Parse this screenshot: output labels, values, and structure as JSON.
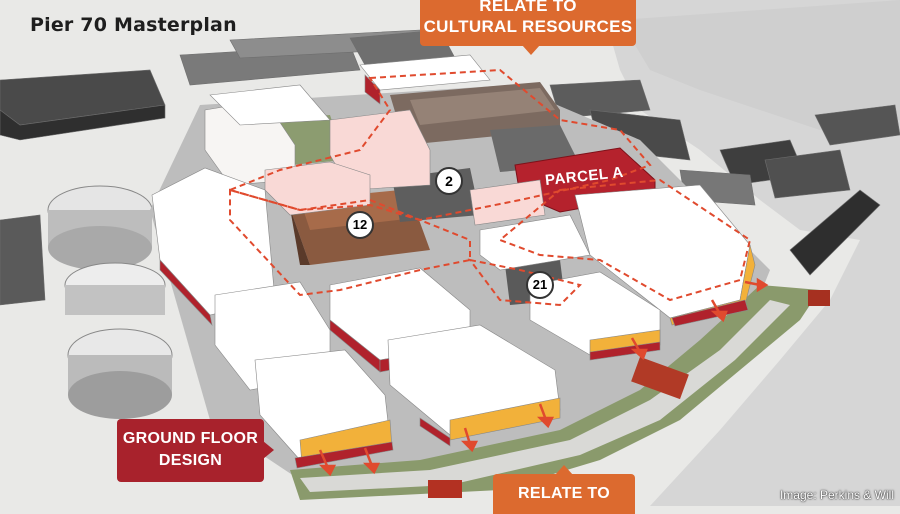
{
  "title": "Pier 70 Masterplan",
  "callouts": {
    "cultural_resources": [
      "RELATE TO",
      "CULTURAL RESOURCES"
    ],
    "ground_floor": [
      "GROUND FLOOR",
      "DESIGN"
    ],
    "relate_bottom": "RELATE TO"
  },
  "parcel_label": "PARCEL A",
  "building_numbers": [
    "2",
    "12",
    "21"
  ],
  "credit": "Image: Perkins & Will",
  "colors": {
    "orange_callout": "#dc6a2f",
    "red_callout": "#a8222c",
    "parcel": "#b5222d",
    "ground_floor": "#f2b13a",
    "water": "#d3d3d3"
  }
}
